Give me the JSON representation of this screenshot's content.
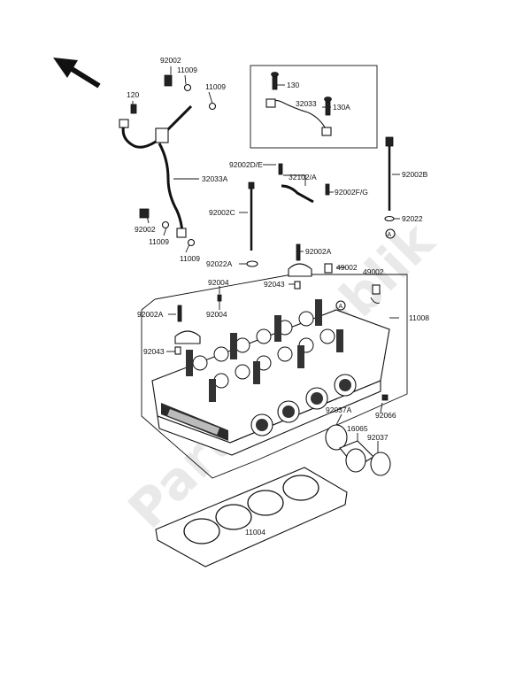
{
  "watermark": "PartsRepublik",
  "labels": {
    "p92002_top": "92002",
    "p11009_a": "11009",
    "p11009_b": "11009",
    "p120": "120",
    "p32033A": "32033A",
    "p92002_mid": "92002",
    "p11009_c": "11009",
    "p11009_d": "11009",
    "p130": "130",
    "p32033": "32033",
    "p130A": "130A",
    "p92002DE": "92002D/E",
    "p32102A": "32102/A",
    "p92002FG": "92002F/G",
    "p92002B": "92002B",
    "p92022": "92022",
    "pA_right": "A",
    "p92002C": "92002C",
    "p92002A_r": "92002A",
    "p49002_a": "49002",
    "p49002_b": "49002",
    "p92022A": "92022A",
    "p92004_a": "92004",
    "p92004_b": "92004",
    "p92043_r": "92043",
    "pA_head": "A",
    "p92002A_l": "92002A",
    "p11008": "11008",
    "p92043_l": "92043",
    "p92037A": "92037A",
    "p92066": "92066",
    "p16065": "16065",
    "p92037": "92037",
    "p11004": "11004"
  }
}
